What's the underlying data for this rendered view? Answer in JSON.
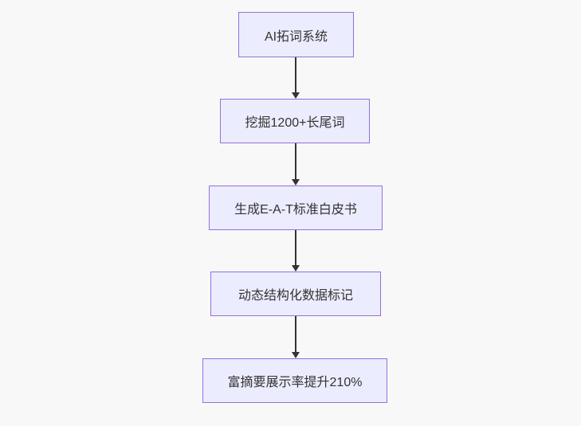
{
  "diagram": {
    "type": "flowchart",
    "direction": "top-down",
    "nodes": [
      {
        "id": "node-1",
        "label": "AI拓词系统"
      },
      {
        "id": "node-2",
        "label": "挖掘1200+长尾词"
      },
      {
        "id": "node-3",
        "label": "生成E-A-T标准白皮书"
      },
      {
        "id": "node-4",
        "label": "动态结构化数据标记"
      },
      {
        "id": "node-5",
        "label": "富摘要展示率提升210%"
      }
    ],
    "edges": [
      {
        "from": "node-1",
        "to": "node-2",
        "style": "arrow-down"
      },
      {
        "from": "node-2",
        "to": "node-3",
        "style": "arrow-down"
      },
      {
        "from": "node-3",
        "to": "node-4",
        "style": "arrow-down"
      },
      {
        "from": "node-4",
        "to": "node-5",
        "style": "arrow-down"
      }
    ],
    "colors": {
      "node_fill": "#ECECFF",
      "node_border": "#9370DB",
      "arrow": "#333333",
      "text": "#333333",
      "background": "#f8f8f8"
    }
  }
}
